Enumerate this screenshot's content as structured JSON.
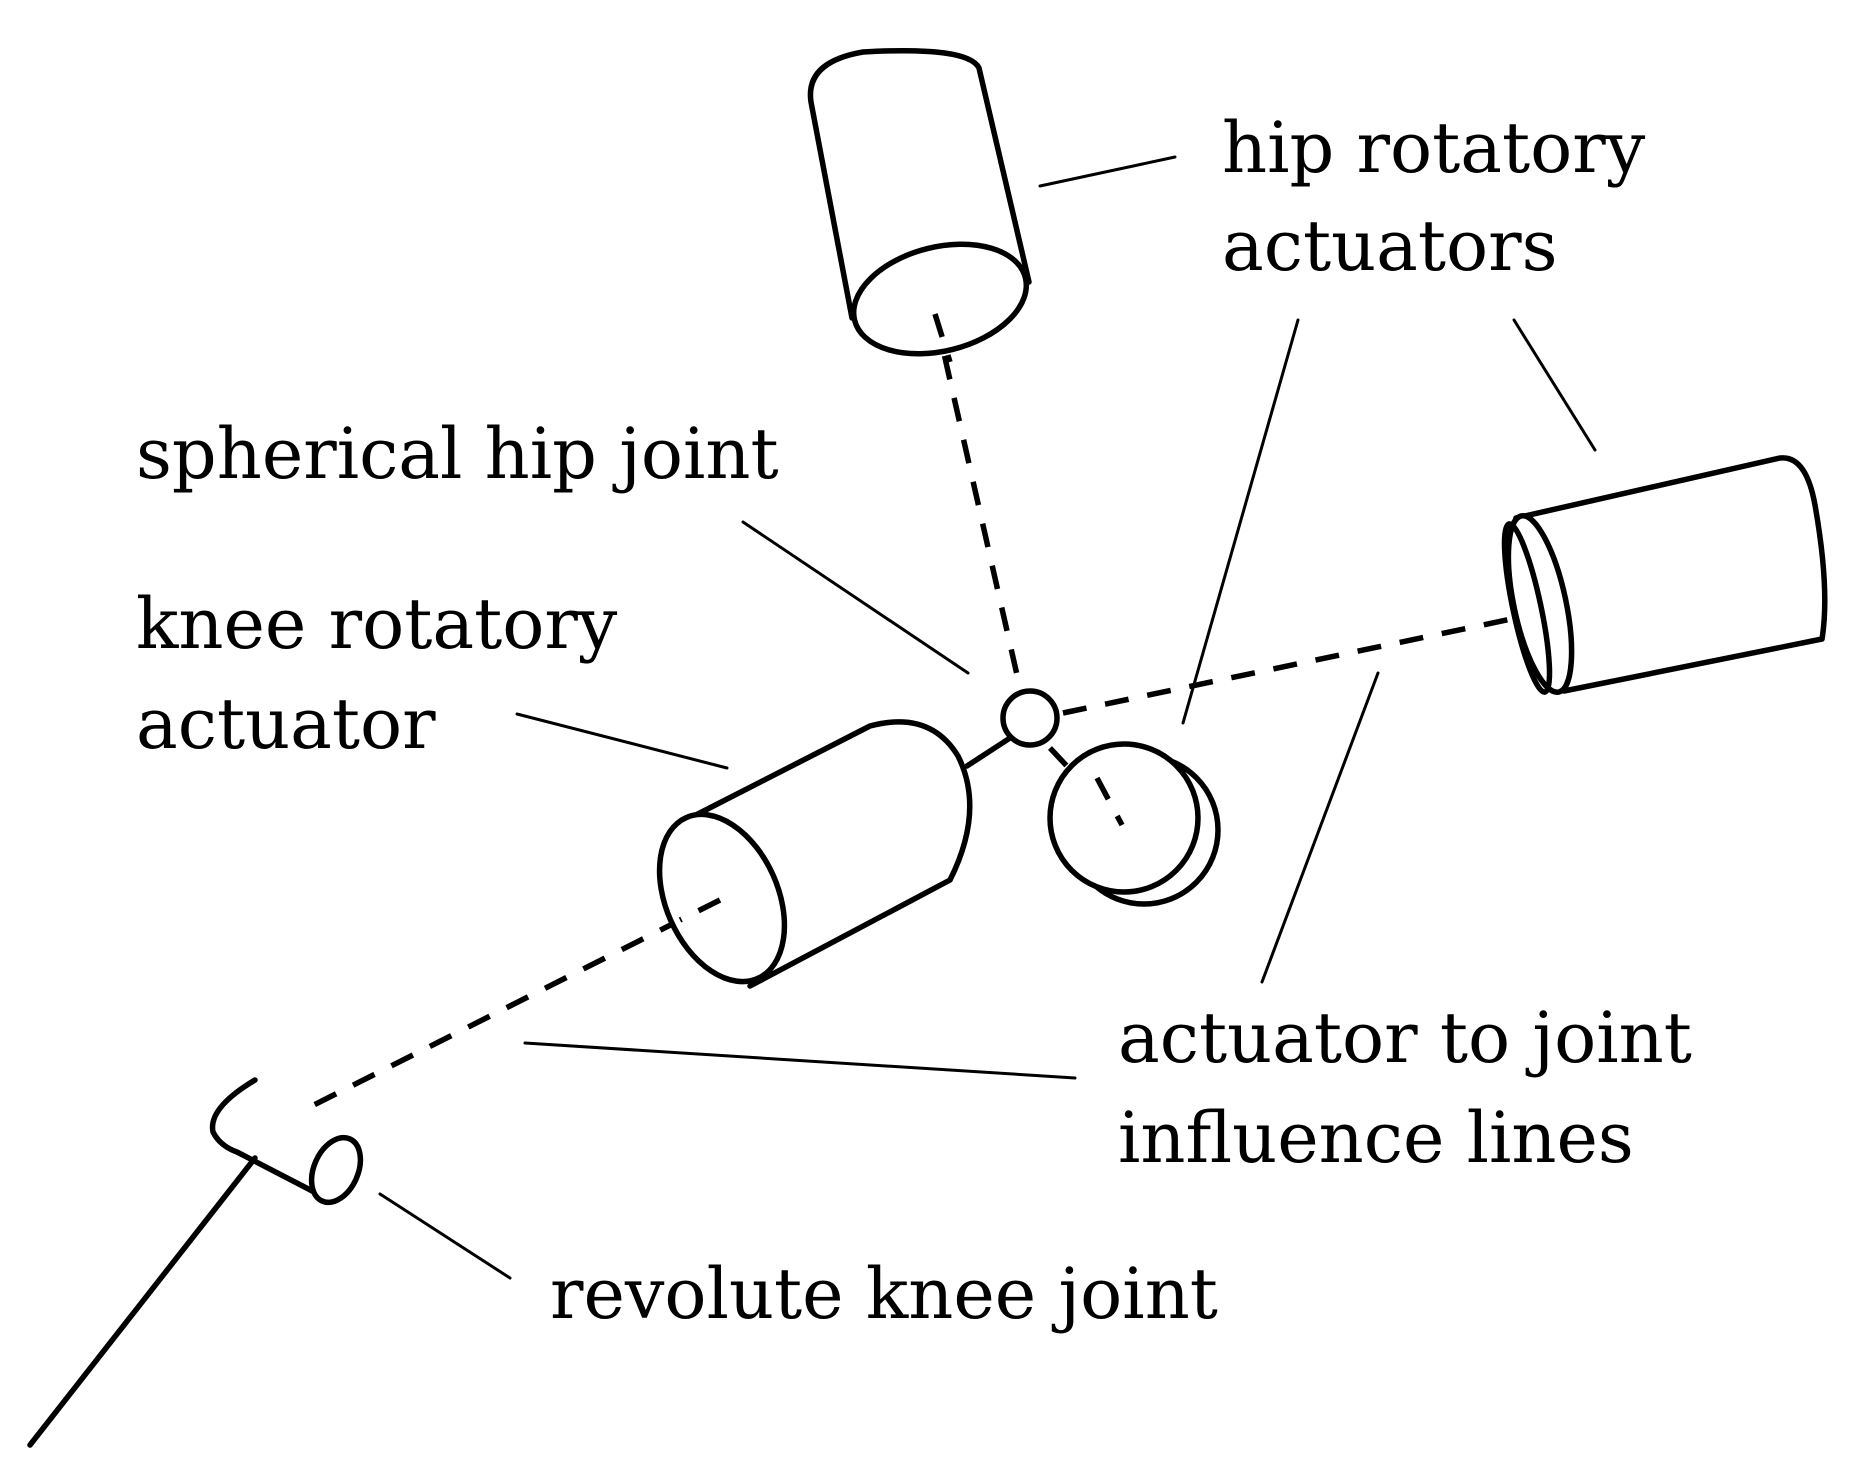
{
  "labels": {
    "hip_rotatory_actuators": [
      "hip rotatory",
      "actuators"
    ],
    "spherical_hip_joint": "spherical hip joint",
    "knee_rotatory_actuator": [
      "knee rotatory",
      "actuator"
    ],
    "actuator_to_joint_influence_lines": [
      "actuator to joint",
      "influence lines"
    ],
    "revolute_knee_joint": "revolute knee joint"
  },
  "colors": {
    "ink": "#000000",
    "background": "#ffffff"
  }
}
